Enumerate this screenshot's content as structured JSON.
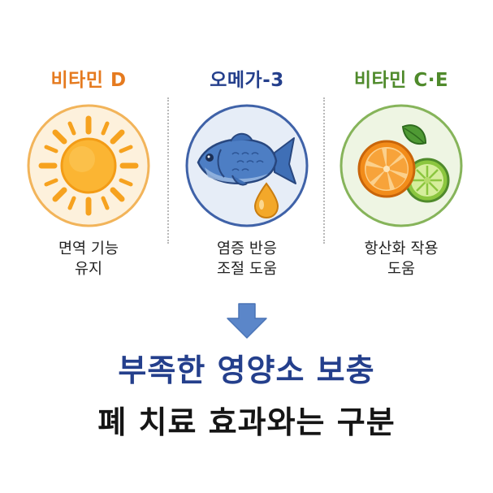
{
  "columns": [
    {
      "title": "비타민 D",
      "icon": "sun-icon",
      "accent": "#e57a1f",
      "circle_fill": "#fdf1dc",
      "circle_stroke": "#f2b45a",
      "desc_line1": "면역 기능",
      "desc_line2": "유지"
    },
    {
      "title": "오메가-3",
      "icon": "fish-oil-icon",
      "accent": "#243f8c",
      "circle_fill": "#e6edf7",
      "circle_stroke": "#3f62a8",
      "desc_line1": "염증 반응",
      "desc_line2": "조절 도움"
    },
    {
      "title": "비타민 C·E",
      "icon": "citrus-icon",
      "accent": "#4f8a2b",
      "circle_fill": "#eef5e3",
      "circle_stroke": "#86b45a",
      "desc_line1": "항산화 작용",
      "desc_line2": "도움"
    }
  ],
  "arrow_icon": "arrow-down-icon",
  "arrow_color": "#5b86c9",
  "headline": "부족한 영양소 보충",
  "subline": "폐 치료 효과와는 구분"
}
